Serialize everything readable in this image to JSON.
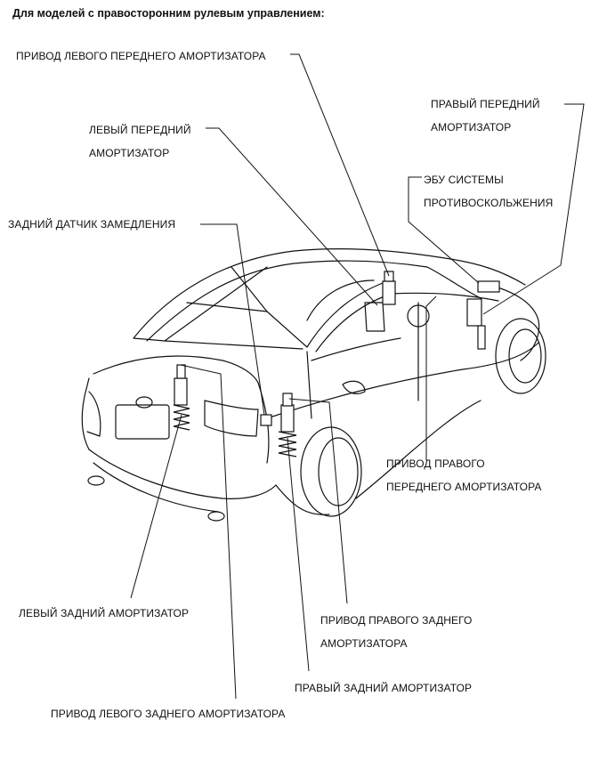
{
  "title": "Для моделей с правосторонним рулевым управлением:",
  "labels": {
    "front_left_actuator": "ПРИВОД ЛЕВОГО ПЕРЕДНЕГО АМОРТИЗАТОРА",
    "right_front_shock": [
      "ПРАВЫЙ ПЕРЕДНИЙ",
      "АМОРТИЗАТОР"
    ],
    "left_front_shock": [
      "ЛЕВЫЙ ПЕРЕДНИЙ",
      "АМОРТИЗАТОР"
    ],
    "skid_control_ecu": [
      "ЭБУ СИСТЕМЫ",
      "ПРОТИВОСКОЛЬЖЕНИЯ"
    ],
    "rear_decel_sensor": "ЗАДНИЙ ДАТЧИК ЗАМЕДЛЕНИЯ",
    "front_right_actuator": [
      "ПРИВОД ПРАВОГО",
      "ПЕРЕДНЕГО АМОРТИЗАТОРА"
    ],
    "left_rear_shock": "ЛЕВЫЙ ЗАДНИЙ АМОРТИЗАТОР",
    "rear_right_actuator": [
      "ПРИВОД ПРАВОГО ЗАДНЕГО",
      "АМОРТИЗАТОРА"
    ],
    "right_rear_shock": "ПРАВЫЙ ЗАДНИЙ АМОРТИЗАТОР",
    "rear_left_actuator": "ПРИВОД ЛЕВОГО ЗАДНЕГО АМОРТИЗАТОРА"
  }
}
